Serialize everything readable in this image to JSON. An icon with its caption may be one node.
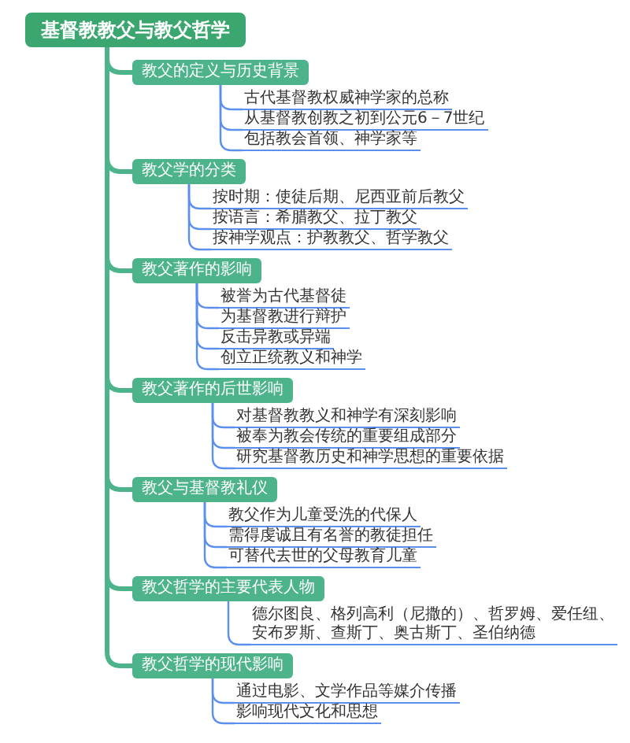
{
  "diagram": {
    "nodes": [
      {
        "text": [
          "基督教教父与教父哲学"
        ]
      },
      {
        "text": [
          "教父的定义与历史背景"
        ]
      },
      {
        "text": [
          "古代基督教权威神学家的总称"
        ]
      },
      {
        "text": [
          "从基督教创教之初到公元6－7世纪"
        ]
      },
      {
        "text": [
          "包括教会首领、神学家等"
        ]
      },
      {
        "text": [
          "教父学的分类"
        ]
      },
      {
        "text": [
          "按时期：使徒后期、尼西亚前后教父"
        ]
      },
      {
        "text": [
          "按语言：希腊教父、拉丁教父"
        ]
      },
      {
        "text": [
          "按神学观点：护教教父、哲学教父"
        ]
      },
      {
        "text": [
          "教父著作的影响"
        ]
      },
      {
        "text": [
          "被誉为古代基督徒"
        ]
      },
      {
        "text": [
          "为基督教进行辩护"
        ]
      },
      {
        "text": [
          "反击异教或异端"
        ]
      },
      {
        "text": [
          "创立正统教义和神学"
        ]
      },
      {
        "text": [
          "教父著作的后世影响"
        ]
      },
      {
        "text": [
          "对基督教教义和神学有深刻影响"
        ]
      },
      {
        "text": [
          "被奉为教会传统的重要组成部分"
        ]
      },
      {
        "text": [
          "研究基督教历史和神学思想的重要依据"
        ]
      },
      {
        "text": [
          "教父与基督教礼仪"
        ]
      },
      {
        "text": [
          "教父作为儿童受洗的代保人"
        ]
      },
      {
        "text": [
          "需得虔诚且有名誉的教徒担任"
        ]
      },
      {
        "text": [
          "可替代去世的父母教育儿童"
        ]
      },
      {
        "text": [
          "教父哲学的主要代表人物"
        ]
      },
      {
        "text": [
          "德尔图良、格列高利（尼撒的）、哲罗姆、爱任纽、安布罗斯、查斯丁、奥古斯丁、圣伯纳德"
        ]
      },
      {
        "text": [
          "教父哲学的现代影响"
        ]
      },
      {
        "text": [
          "通过电影、文学作品等媒介传播"
        ]
      },
      {
        "text": [
          "影响现代文化和思想"
        ]
      }
    ],
    "edges": [
      {
        "from": 0,
        "to": 1,
        "arrow": "none",
        "style": "thick",
        "color": "#4cb38b"
      },
      {
        "from": 0,
        "to": 5,
        "arrow": "none",
        "style": "thick",
        "color": "#4cb38b"
      },
      {
        "from": 0,
        "to": 9,
        "arrow": "none",
        "style": "thick",
        "color": "#4cb38b"
      },
      {
        "from": 0,
        "to": 14,
        "arrow": "none",
        "style": "thick",
        "color": "#4cb38b"
      },
      {
        "from": 0,
        "to": 18,
        "arrow": "none",
        "style": "thick",
        "color": "#4cb38b"
      },
      {
        "from": 0,
        "to": 22,
        "arrow": "none",
        "style": "thick",
        "color": "#4cb38b"
      },
      {
        "from": 0,
        "to": 24,
        "arrow": "none",
        "style": "thick",
        "color": "#4cb38b"
      },
      {
        "from": 1,
        "to": 2,
        "arrow": "none"
      },
      {
        "from": 1,
        "to": 3,
        "arrow": "none"
      },
      {
        "from": 1,
        "to": 4,
        "arrow": "none"
      },
      {
        "from": 5,
        "to": 6,
        "arrow": "none"
      },
      {
        "from": 5,
        "to": 7,
        "arrow": "none"
      },
      {
        "from": 5,
        "to": 8,
        "arrow": "none"
      },
      {
        "from": 9,
        "to": 10,
        "arrow": "none"
      },
      {
        "from": 9,
        "to": 11,
        "arrow": "none"
      },
      {
        "from": 9,
        "to": 12,
        "arrow": "none"
      },
      {
        "from": 9,
        "to": 13,
        "arrow": "none"
      },
      {
        "from": 14,
        "to": 15,
        "arrow": "none"
      },
      {
        "from": 14,
        "to": 16,
        "arrow": "none"
      },
      {
        "from": 14,
        "to": 17,
        "arrow": "none"
      },
      {
        "from": 18,
        "to": 19,
        "arrow": "none"
      },
      {
        "from": 18,
        "to": 20,
        "arrow": "none"
      },
      {
        "from": 18,
        "to": 21,
        "arrow": "none"
      },
      {
        "from": 22,
        "to": 23,
        "arrow": "none"
      },
      {
        "from": 24,
        "to": 25,
        "arrow": "none"
      },
      {
        "from": 24,
        "to": 26,
        "arrow": "none"
      }
    ]
  }
}
